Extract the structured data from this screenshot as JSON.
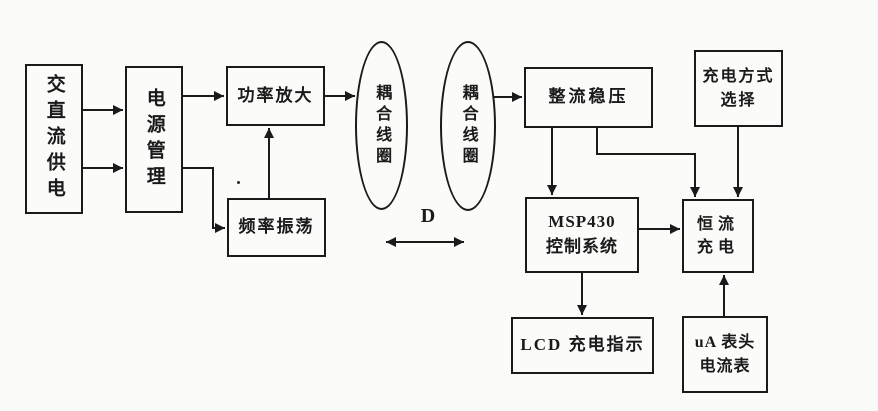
{
  "colors": {
    "line": "#1a1a1a",
    "background": "#fbfbfa"
  },
  "nodes": {
    "ac_dc_supply": {
      "label": "交直流供电"
    },
    "power_mgmt": {
      "label": "电源管理"
    },
    "power_amp": {
      "label": "功率放大"
    },
    "freq_osc": {
      "label": "频率振荡"
    },
    "coil_tx": {
      "label": "耦合线圈"
    },
    "coil_rx": {
      "label": "耦合线圈"
    },
    "rectifier": {
      "label": "整流稳压"
    },
    "charge_mode": {
      "line1": "充电方式",
      "line2": "选择"
    },
    "msp430": {
      "line1": "MSP430",
      "line2": "控制系统"
    },
    "cc_charge": {
      "line1": "恒流",
      "line2": "充电"
    },
    "lcd_indicator": {
      "label": "LCD 充电指示"
    },
    "ua_meter": {
      "line1": "uA 表头",
      "line2": "电流表"
    }
  },
  "labels": {
    "coil_distance": "D"
  }
}
